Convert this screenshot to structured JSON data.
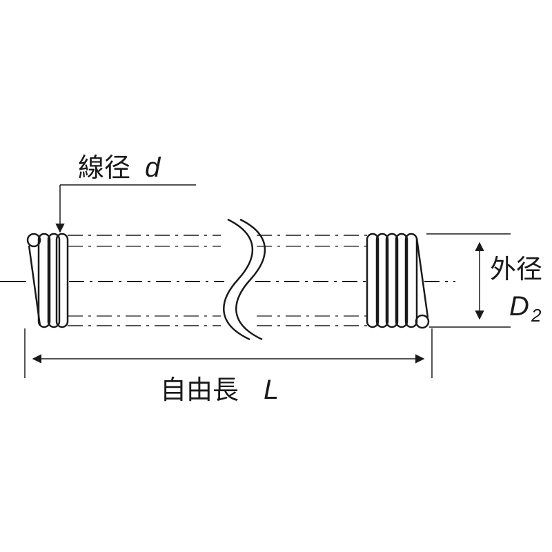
{
  "labels": {
    "wire_diameter_jp": "線径",
    "wire_diameter_sym": "d",
    "outer_diameter_jp": "外径",
    "outer_diameter_sym": "D",
    "outer_diameter_sub": "2",
    "free_length_jp": "自由長",
    "free_length_sym": "L"
  },
  "colors": {
    "line": "#1a1a1a",
    "background": "#ffffff"
  }
}
